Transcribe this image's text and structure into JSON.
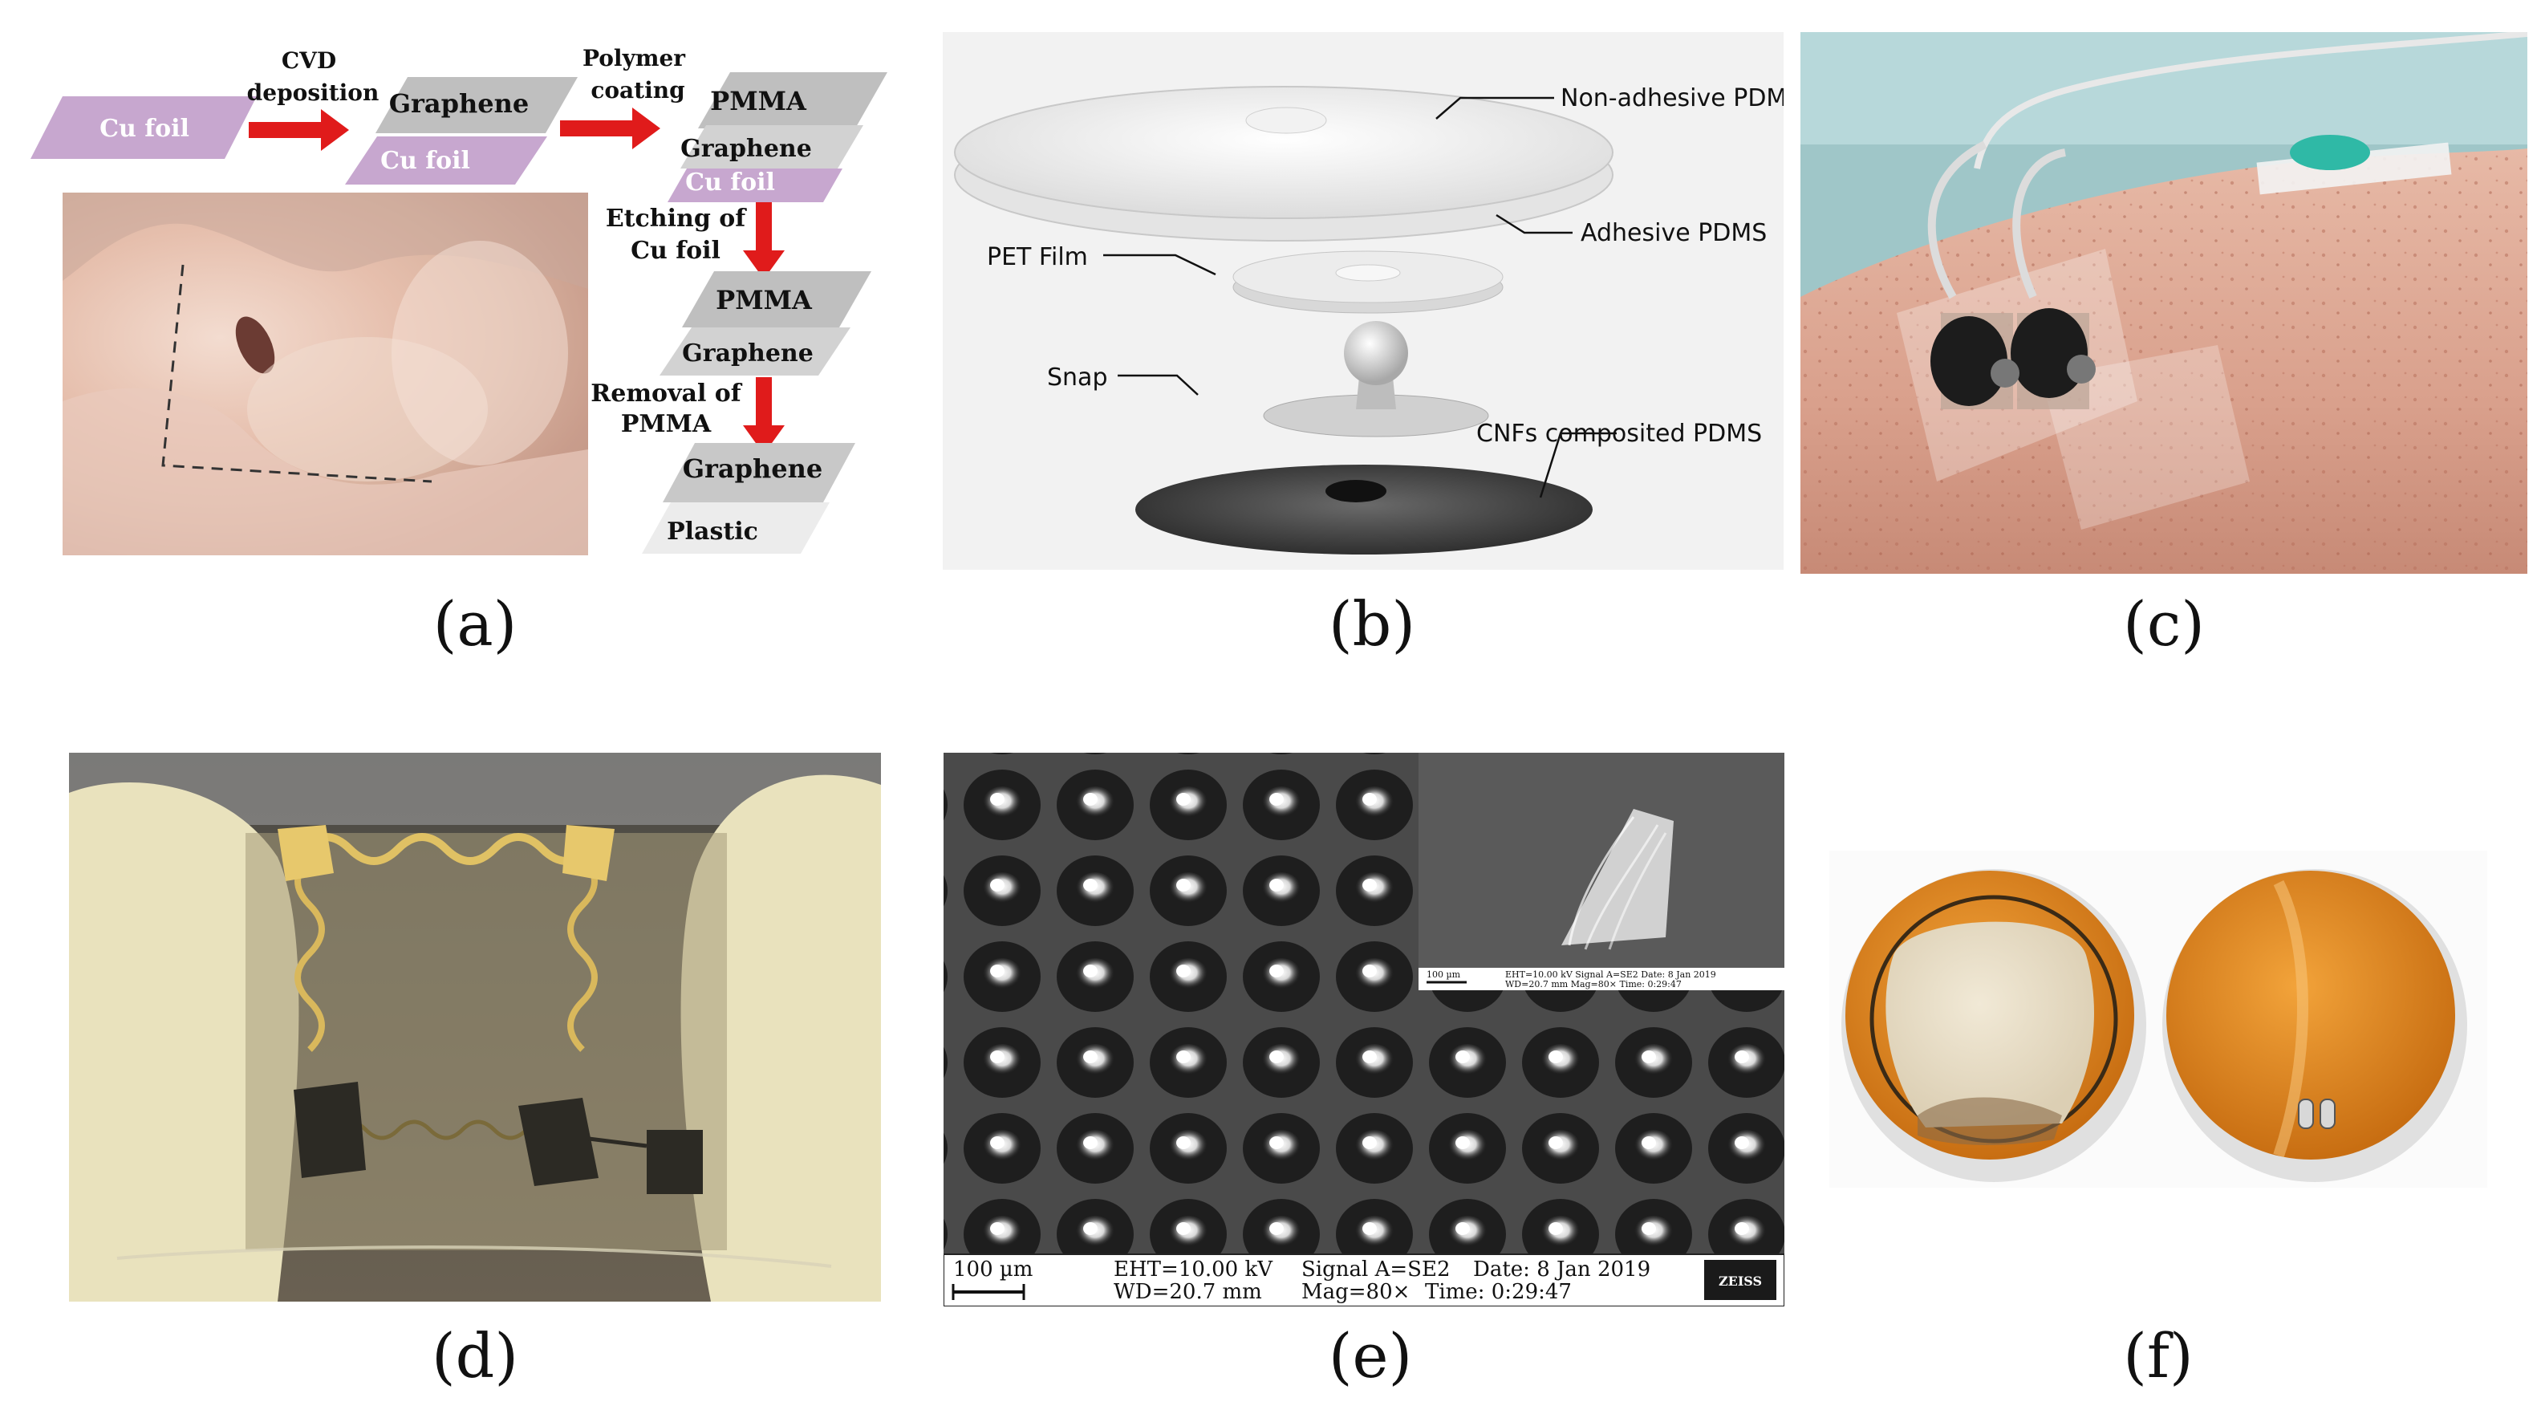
{
  "panel_a": {
    "caption": "(a)",
    "cu_foil": "Cu foil",
    "cvd_1": "CVD",
    "cvd_2": "deposition",
    "graphene": "Graphene",
    "cu_foil_2": "Cu foil",
    "poly_1": "Polymer",
    "poly_2": "coating",
    "pmma": "PMMA",
    "graphene_2": "Graphene",
    "cu_foil_3": "Cu foil",
    "etch_1": "Etching of",
    "etch_2": "Cu foil",
    "pmma_2": "PMMA",
    "graphene_3": "Graphene",
    "removal_1": "Removal of",
    "removal_2": "PMMA",
    "graphene_4": "Graphene",
    "plastic": "Plastic",
    "colors": {
      "cu": "#c7a7cf",
      "pmma": "#bfbfbf",
      "arrow": "#e01b1b"
    }
  },
  "panel_b": {
    "caption": "(b)",
    "label_nonadhesive": "Non-adhesive PDMS",
    "label_adhesive": "Adhesive PDMS",
    "label_pet": "PET Film",
    "label_snap": "Snap",
    "label_cnf": "CNFs composited PDMS"
  },
  "panel_c": {
    "caption": "(c)"
  },
  "panel_d": {
    "caption": "(d)"
  },
  "panel_e": {
    "caption": "(e)",
    "scale": "100 µm",
    "info_1a": "EHT=10.00 kV",
    "info_1b": "Signal A=SE2",
    "info_1c": "Date: 8 Jan 2019",
    "info_2a": "WD=20.7 mm",
    "info_2b": "Mag=80×",
    "info_2c": "Time: 0:29:47",
    "logo": "ZEISS",
    "inset_scale": "100 µm",
    "inset_info_1": "EHT=10.00 kV Signal A=SE2 Date: 8 Jan 2019",
    "inset_info_2": "WD=20.7 mm Mag=80× Time: 0:29:47"
  },
  "panel_f": {
    "caption": "(f)"
  }
}
